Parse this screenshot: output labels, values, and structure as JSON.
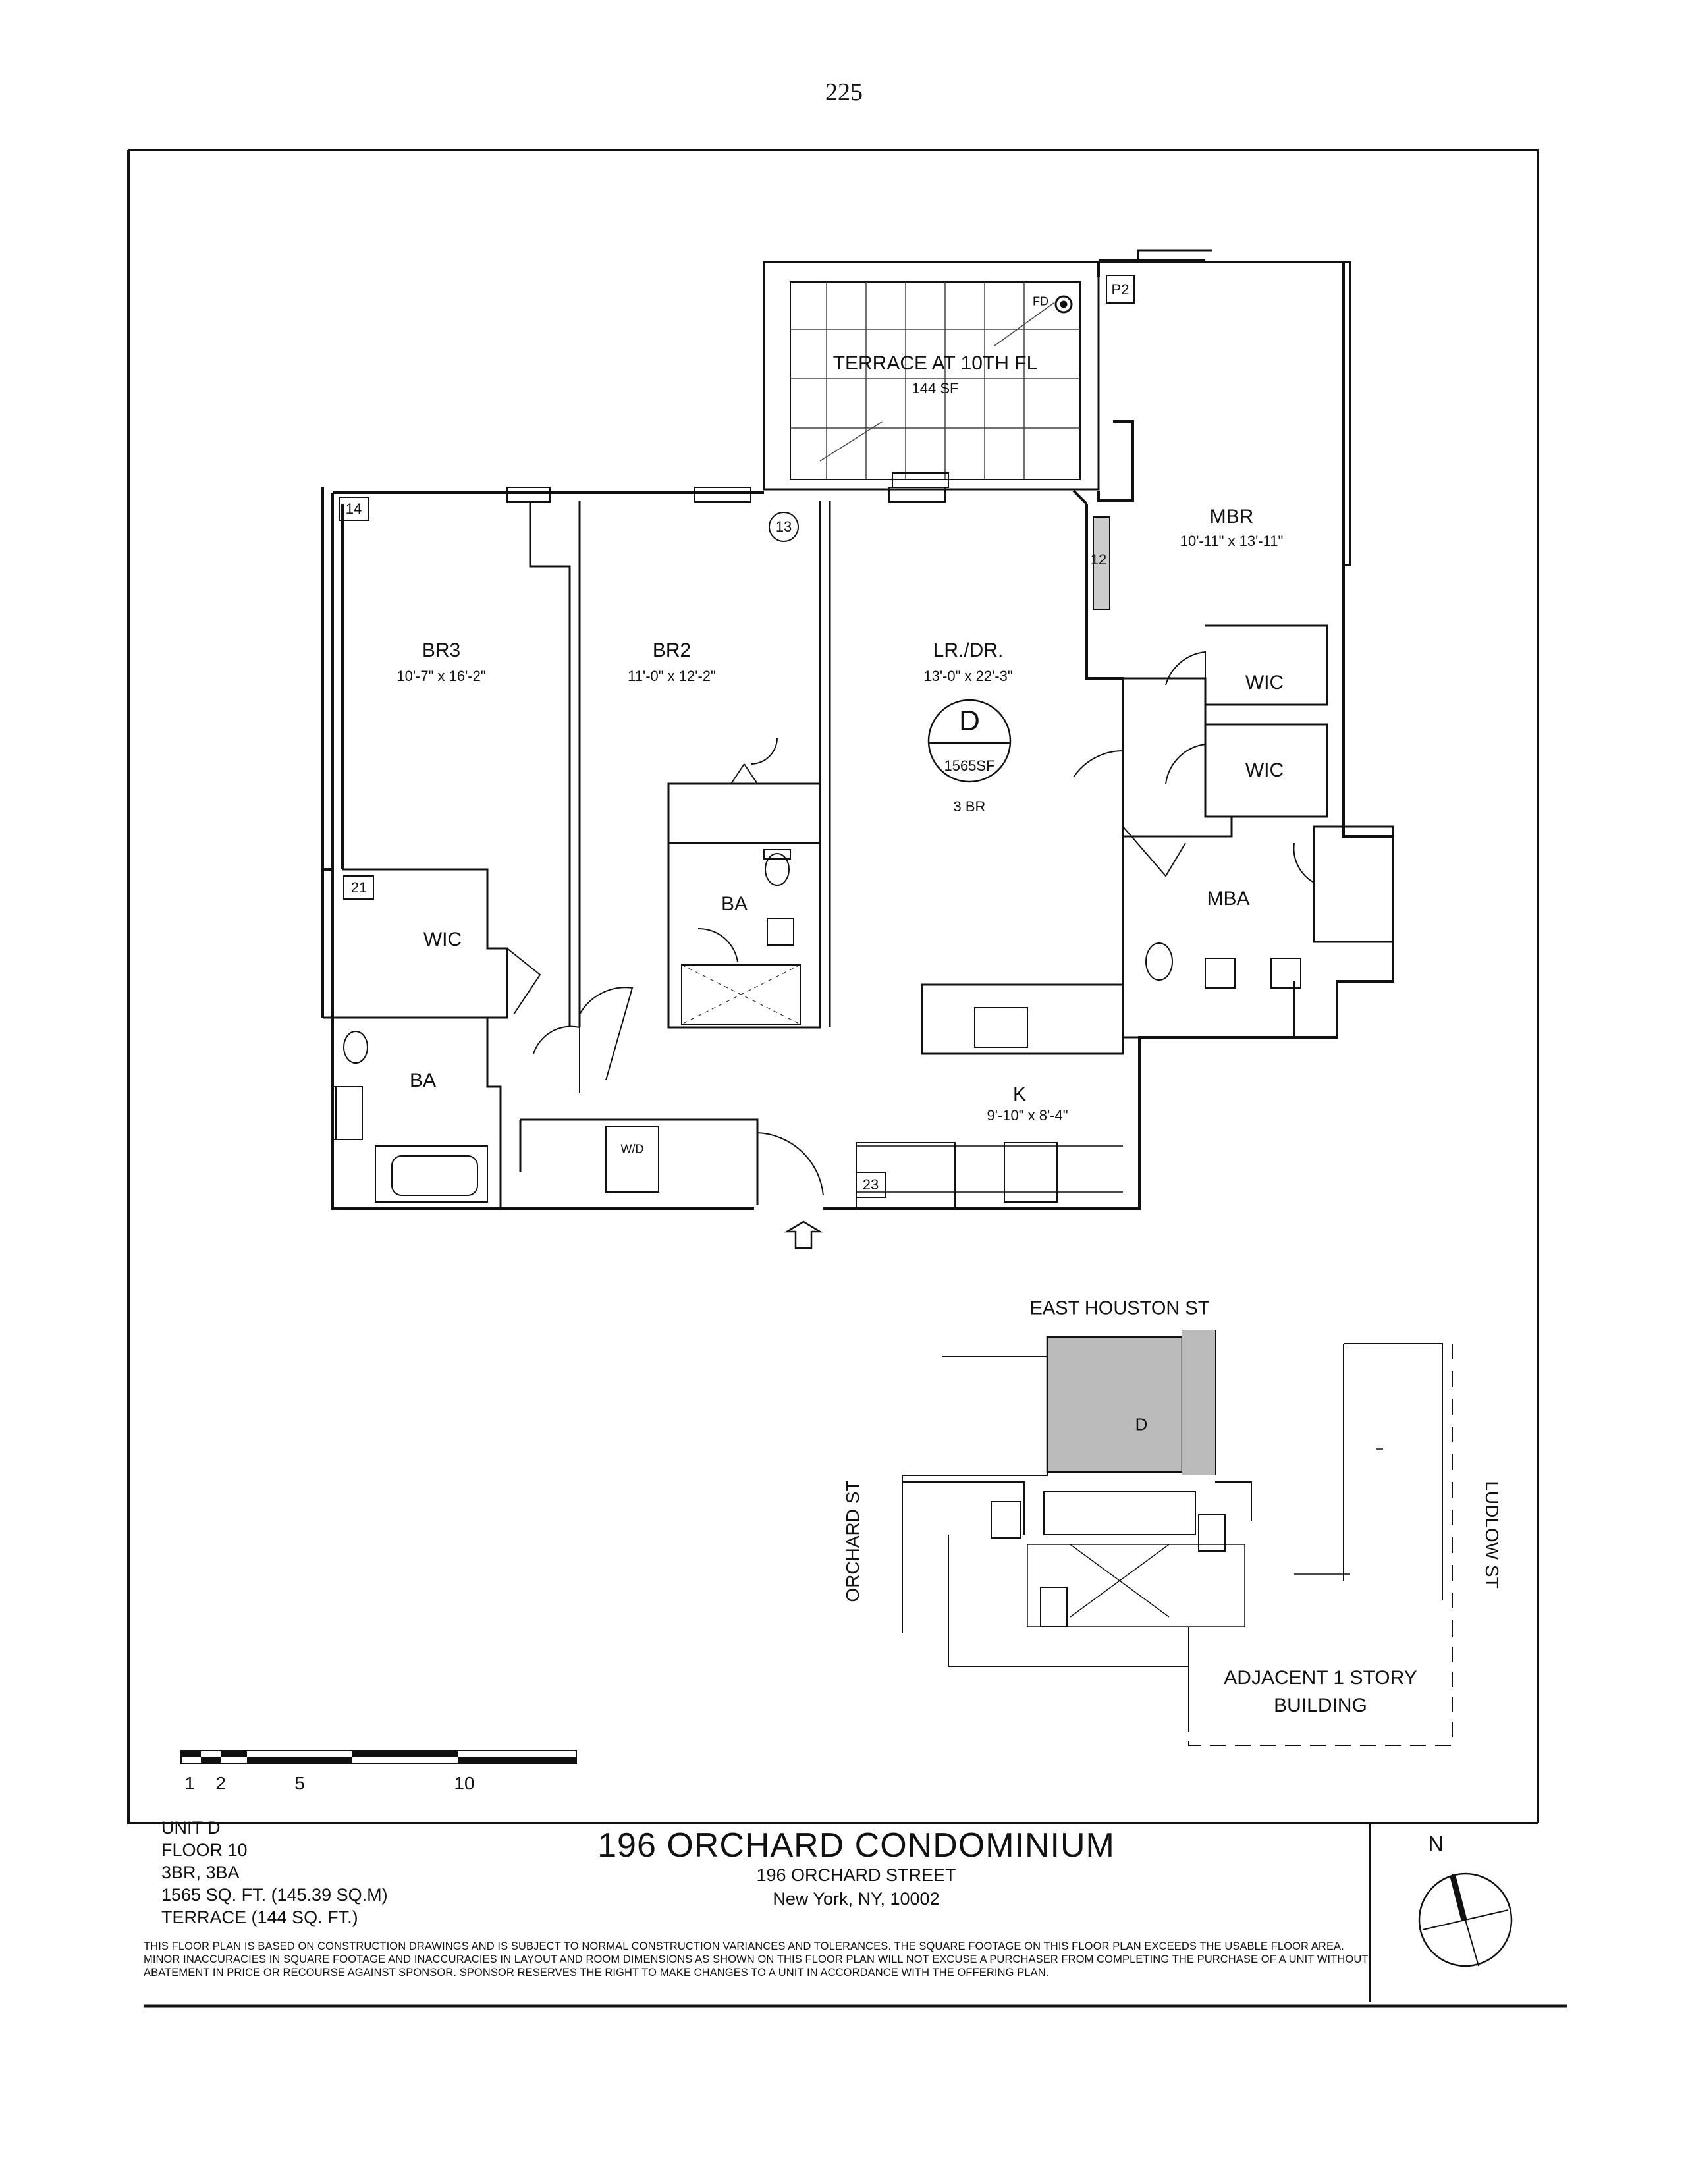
{
  "page_number": "225",
  "terrace": {
    "label": "TERRACE AT 10TH FL",
    "area": "144 SF",
    "fd": "FD",
    "p2": "P2"
  },
  "rooms": {
    "br3": {
      "name": "BR3",
      "dims": "10'-7\" x 16'-2\""
    },
    "br2": {
      "name": "BR2",
      "dims": "11'-0\" x 12'-2\""
    },
    "lrdr": {
      "name": "LR./DR.",
      "dims": "13'-0\" x 22'-3\""
    },
    "mbr": {
      "name": "MBR",
      "dims": "10'-11\" x 13'-11\""
    },
    "wic_upper": "WIC",
    "wic_lower": "WIC",
    "wic_br3": "WIC",
    "ba_br2": "BA",
    "ba_br3": "BA",
    "mba": "MBA",
    "kitchen": {
      "name": "K",
      "dims": "9'-10\" x 8'-4\""
    },
    "wd": "W/D"
  },
  "unit_badge": {
    "letter": "D",
    "area": "1565SF",
    "bedrooms": "3 BR"
  },
  "column_tags": [
    "14",
    "13",
    "12",
    "21",
    "23"
  ],
  "key_plan": {
    "north_street": "EAST HOUSTON ST",
    "west_street": "ORCHARD ST",
    "east_street": "LUDLOW ST",
    "unit_letter": "D",
    "adjacent_line1": "ADJACENT 1 STORY",
    "adjacent_line2": "BUILDING"
  },
  "scale_bar": {
    "labels": [
      "1",
      "2",
      "5",
      "10"
    ]
  },
  "unit_info": {
    "unit": "UNIT D",
    "floor": "FLOOR 10",
    "rooms": "3BR, 3BA",
    "area": "1565 SQ. FT. (145.39 SQ.M)",
    "terrace": "TERRACE (144 SQ. FT.)"
  },
  "project": {
    "title": "196 ORCHARD CONDOMINIUM",
    "street": "196 ORCHARD STREET",
    "city": "New York, NY, 10002"
  },
  "disclaimer": "THIS FLOOR PLAN IS BASED ON CONSTRUCTION DRAWINGS AND IS SUBJECT TO NORMAL CONSTRUCTION VARIANCES AND TOLERANCES. THE SQUARE FOOTAGE ON THIS FLOOR PLAN EXCEEDS THE USABLE FLOOR AREA. MINOR INACCURACIES IN SQUARE FOOTAGE AND INACCURACIES IN LAYOUT AND ROOM DIMENSIONS AS SHOWN ON THIS FLOOR PLAN WILL NOT EXCUSE A PURCHASER FROM COMPLETING THE PURCHASE OF A UNIT WITHOUT ABATEMENT IN PRICE OR RECOURSE AGAINST SPONSOR. SPONSOR RESERVES THE RIGHT TO MAKE CHANGES TO A UNIT IN ACCORDANCE WITH THE OFFERING PLAN.",
  "north_arrow": {
    "label": "N",
    "icon": "north-arrow-icon"
  }
}
